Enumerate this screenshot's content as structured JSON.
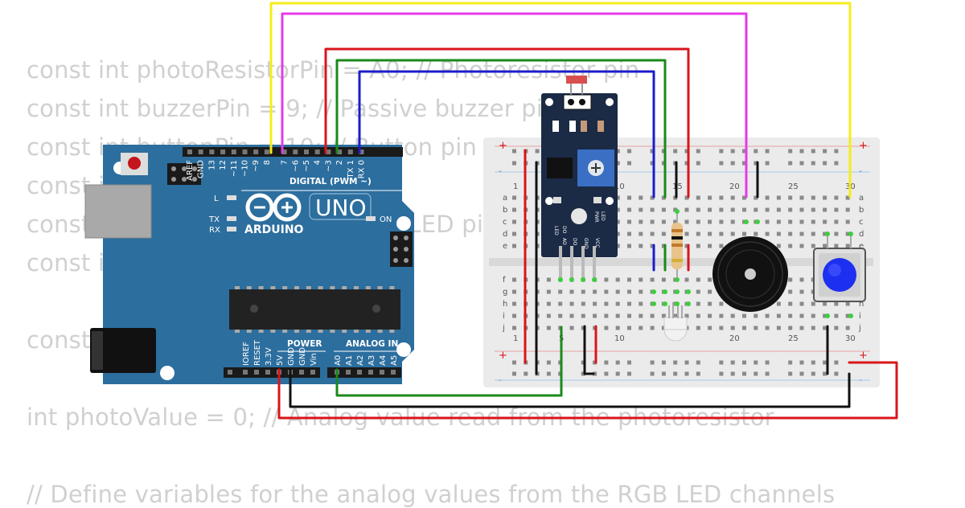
{
  "code_lines": [
    "const int photoResistorPin = A0; // Photoresistor pin",
    "const int buzzerPin = 9; // Passive buzzer pin",
    "const int buttonPin = 10; // Button pin",
    "const int redPin = 6; // Red pin",
    "const int greenPin = 5; // Green LED pin",
    "const int bluePin = 3; // Blue pin",
    "",
    "const",
    "",
    "int photoValue = 0; // Analog value read from the photoresistor",
    "",
    "// Define variables for the analog values from the RGB LED channels"
  ],
  "arduino": {
    "brand": "ARDUINO",
    "model": "UNO",
    "on_label": "ON",
    "l_label": "L",
    "tx_label": "TX",
    "rx_label": "RX",
    "digital_header": "DIGITAL (PWM ~)",
    "digital_pins": [
      "AREF",
      "GND",
      "13",
      "12",
      "~11",
      "~10",
      "~9",
      "8",
      "7",
      "~6",
      "~5",
      "4",
      "~3",
      "2",
      "TX 1",
      "RX 0"
    ],
    "power_header": "POWER",
    "power_pins": [
      "IOREF",
      "RESET",
      "3.3V",
      "5V",
      "GND",
      "GND",
      "Vin"
    ],
    "analog_header": "ANALOG IN",
    "analog_pins": [
      "A0",
      "A1",
      "A2",
      "A3",
      "A4",
      "A5"
    ]
  },
  "breadboard": {
    "col_numbers": [
      "1",
      "5",
      "10",
      "15",
      "20",
      "25",
      "30"
    ],
    "row_letters_top": [
      "a",
      "b",
      "c",
      "d",
      "e"
    ],
    "row_letters_bottom": [
      "f",
      "g",
      "h",
      "i",
      "j"
    ],
    "plus": "+",
    "minus": "-"
  },
  "sensor_module": {
    "top_labels": [
      "LED",
      "DO",
      "PWR",
      "LED"
    ],
    "pin_labels": [
      "AO",
      "DO",
      "GND",
      "VCC"
    ]
  },
  "colors": {
    "yellow_wire": "#f5ed1a",
    "magenta_wire": "#e63ae8",
    "red_wire": "#d9151b",
    "green_wire": "#1a8a1a",
    "blue_wire": "#1c1ccc",
    "black_wire": "#111111",
    "arduino_board": "#2c6e9e",
    "breadboard": "#ececec",
    "code_text": "#d0d0d0"
  }
}
